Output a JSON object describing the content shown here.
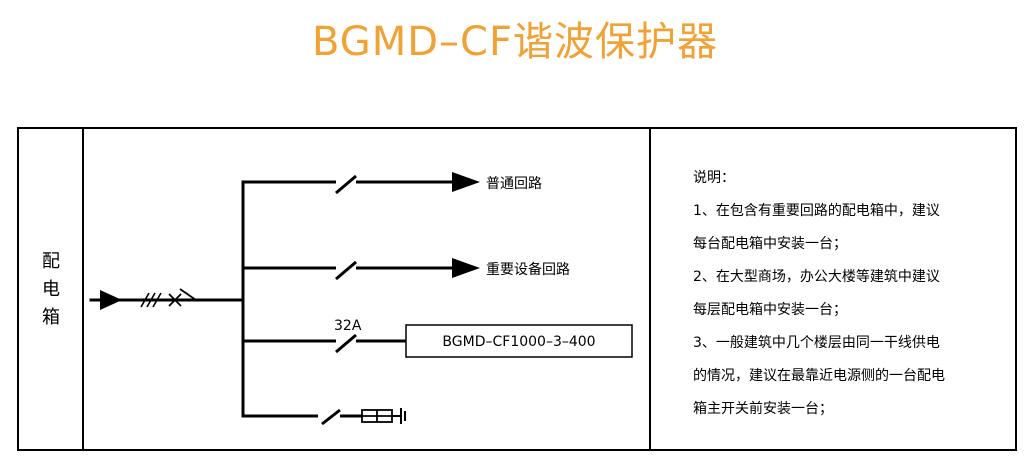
{
  "title": "BGMD–CF谐波保护器",
  "left_label": [
    "配",
    "电",
    "箱"
  ],
  "circuits": {
    "normal": "普通回路",
    "important": "重要设备回路",
    "rating": "32A",
    "device": "BGMD–CF1000–3–400"
  },
  "notes": [
    "说明：",
    "1、在包含有重要回路的配电箱中，建议",
    "每台配电箱中安装一台；",
    "2、在大型商场，办公大楼等建筑中建议",
    "每层配电箱中安装一台；",
    "3、一般建筑中几个楼层由同一干线供电",
    "的情况，建议在最靠近电源侧的一台配电",
    "箱主开关前安装一台；"
  ],
  "colors": {
    "title": "#f2a134",
    "line": "#000000"
  }
}
